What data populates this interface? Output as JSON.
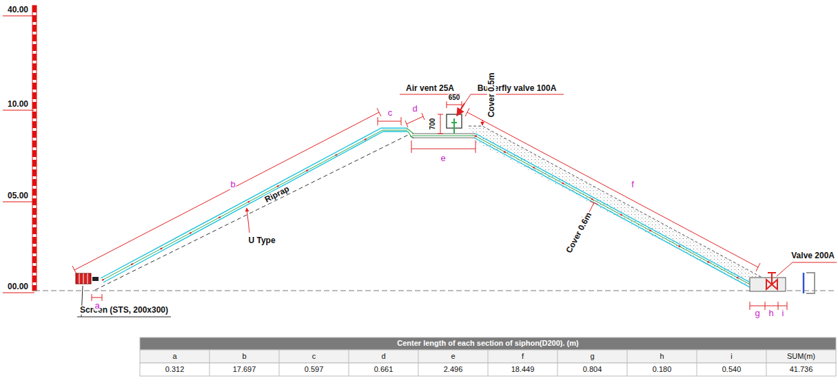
{
  "diagram": {
    "labels": [
      "40.00",
      "10.00",
      "05.00",
      "00.00",
      "Air vent 25A",
      "Butterfly valve 100A",
      "650",
      "700",
      "Cover 0.5m",
      "b",
      "c",
      "d",
      "e",
      "Riprap",
      "U Type",
      "f",
      "Cover 0.6m",
      "Valve 200A",
      "Screen (STS, 200x300)",
      "a",
      "g",
      "h",
      "i",
      "Center length of each section of siphon(D200). (m)",
      "a",
      "b",
      "c",
      "d",
      "e",
      "f",
      "g",
      "h",
      "i",
      "SUM(m)",
      "0.312",
      "17.697",
      "0.597",
      "0.661",
      "2.496",
      "18.449",
      "0.804",
      "0.180",
      "0.540",
      "41.736"
    ]
  }
}
